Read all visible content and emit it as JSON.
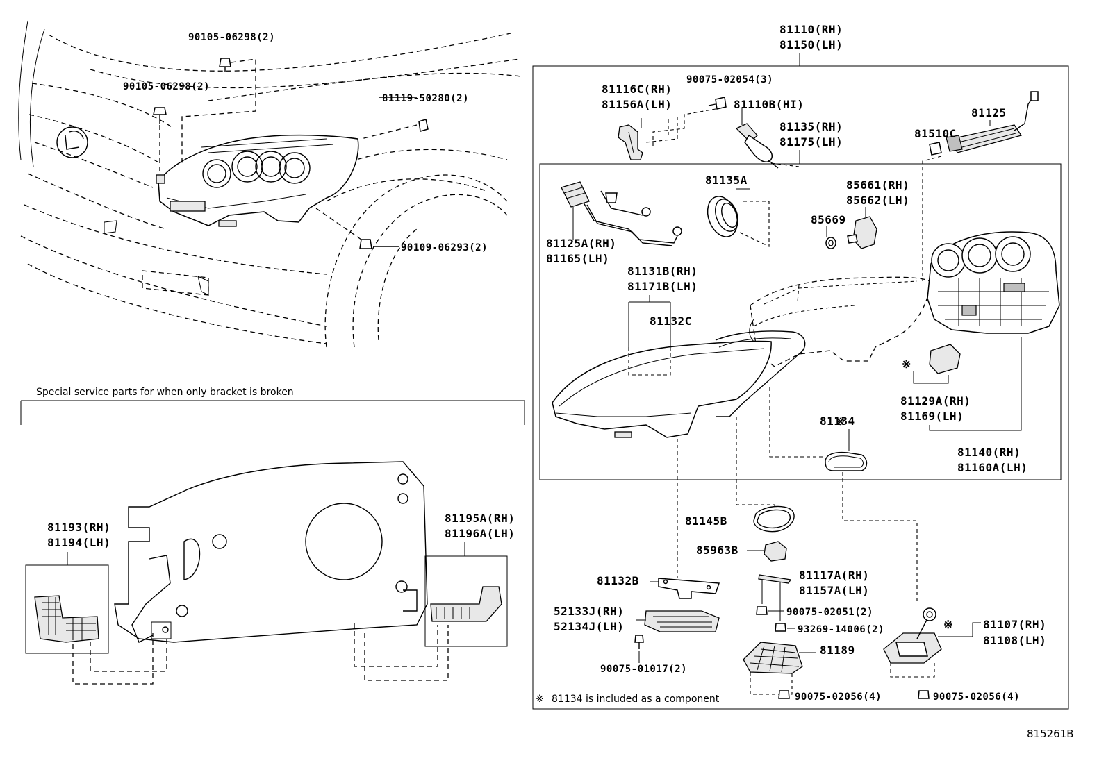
{
  "labels": {
    "p81110": "81110(RH)",
    "p81150": "81150(LH)",
    "p90105a": "90105-06298(2)",
    "p90105b": "90105-06298(2)",
    "p81119": "81119-50280(2)",
    "p90109": "90109-06293(2)",
    "p90075_02054": "90075-02054(3)",
    "p81116c": "81116C(RH)",
    "p81156a": "81156A(LH)",
    "p81110b": "81110B(HI)",
    "p81135": "81135(RH)",
    "p81175": "81175(LH)",
    "p81125": "81125",
    "p81510c": "81510C",
    "p81135a": "81135A",
    "p85661": "85661(RH)",
    "p85662": "85662(LH)",
    "p85669": "85669",
    "p81125a": "81125A(RH)",
    "p81165": "81165(LH)",
    "p81131b": "81131B(RH)",
    "p81171b": "81171B(LH)",
    "p81132c": "81132C",
    "p81129a": "81129A(RH)",
    "p81169": "81169(LH)",
    "p81134": "81134",
    "p81140": "81140(RH)",
    "p81160a": "81160A(LH)",
    "p81145b": "81145B",
    "p85963b": "85963B",
    "p81132b": "81132B",
    "p81117a": "81117A(RH)",
    "p81157a": "81157A(LH)",
    "p52133j": "52133J(RH)",
    "p52134j": "52134J(LH)",
    "p90075_02051": "90075-02051(2)",
    "p93269": "93269-14006(2)",
    "p90075_01017": "90075-01017(2)",
    "p81189": "81189",
    "p81107": "81107(RH)",
    "p81108": "81108(LH)",
    "p90075_02056a": "90075-02056(4)",
    "p90075_02056b": "90075-02056(4)",
    "p81193": "81193(RH)",
    "p81194": "81194(LH)",
    "p81195a": "81195A(RH)",
    "p81196a": "81196A(LH)"
  },
  "notes": {
    "special_service": "Special service parts for when only bracket is broken",
    "component_note": "81134 is included as a component",
    "asterisk": "※"
  },
  "figure_id": "815261B"
}
